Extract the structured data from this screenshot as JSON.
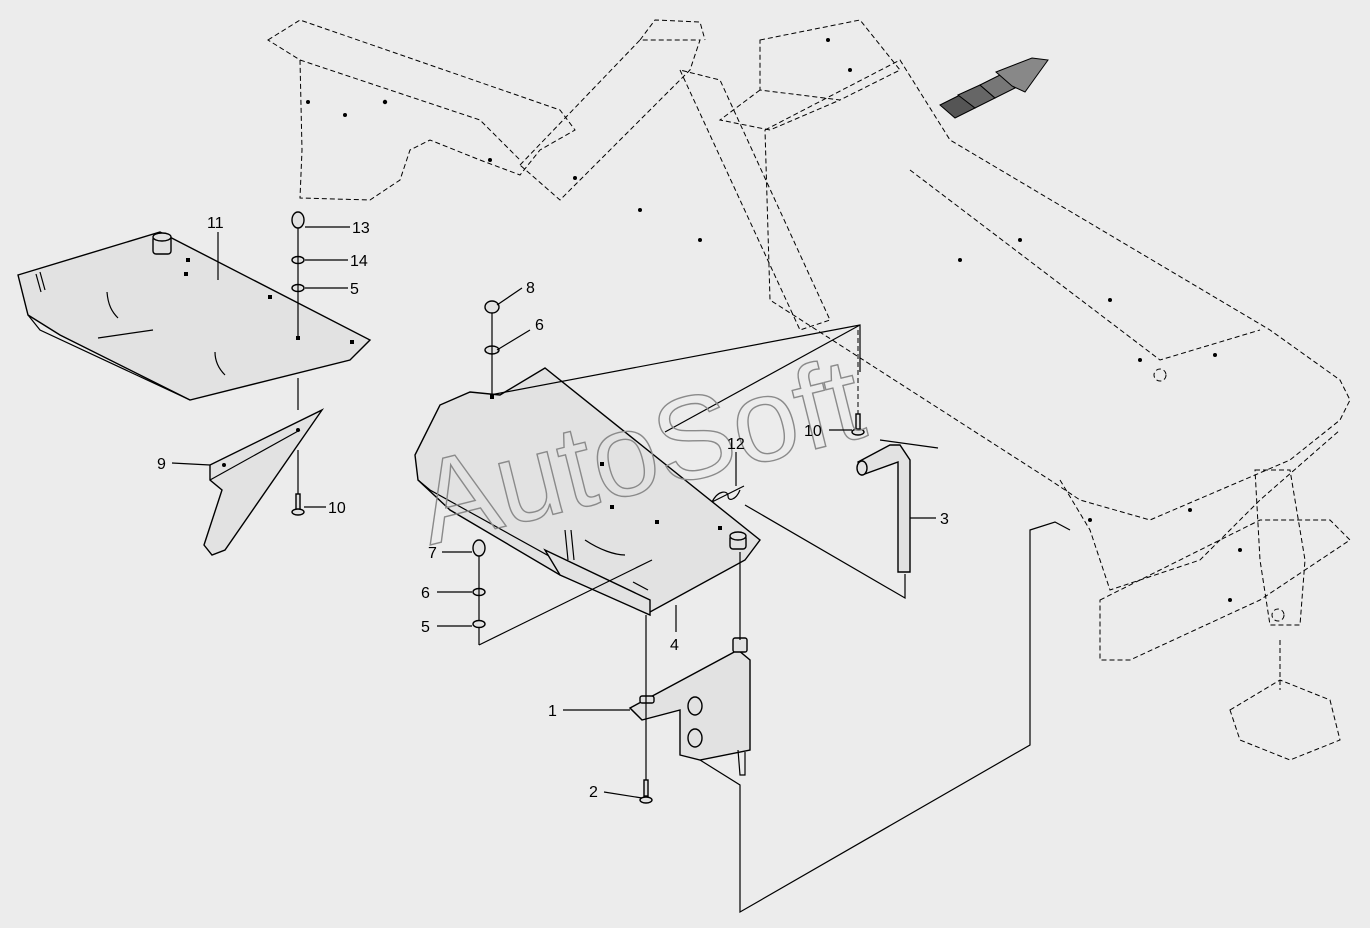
{
  "watermark": "AutoSoft",
  "callouts": [
    {
      "id": "c1",
      "text": "1"
    },
    {
      "id": "c2",
      "text": "2"
    },
    {
      "id": "c3",
      "text": "3"
    },
    {
      "id": "c4",
      "text": "4"
    },
    {
      "id": "c5a",
      "text": "5"
    },
    {
      "id": "c5b",
      "text": "5"
    },
    {
      "id": "c6a",
      "text": "6"
    },
    {
      "id": "c6b",
      "text": "6"
    },
    {
      "id": "c7",
      "text": "7"
    },
    {
      "id": "c8",
      "text": "8"
    },
    {
      "id": "c9",
      "text": "9"
    },
    {
      "id": "c10a",
      "text": "10"
    },
    {
      "id": "c10b",
      "text": "10"
    },
    {
      "id": "c11",
      "text": "11"
    },
    {
      "id": "c12",
      "text": "12"
    },
    {
      "id": "c13",
      "text": "13"
    },
    {
      "id": "c14",
      "text": "14"
    }
  ],
  "colors": {
    "background": "#ececec",
    "line": "#000000",
    "watermark": "#8a8a8a"
  }
}
